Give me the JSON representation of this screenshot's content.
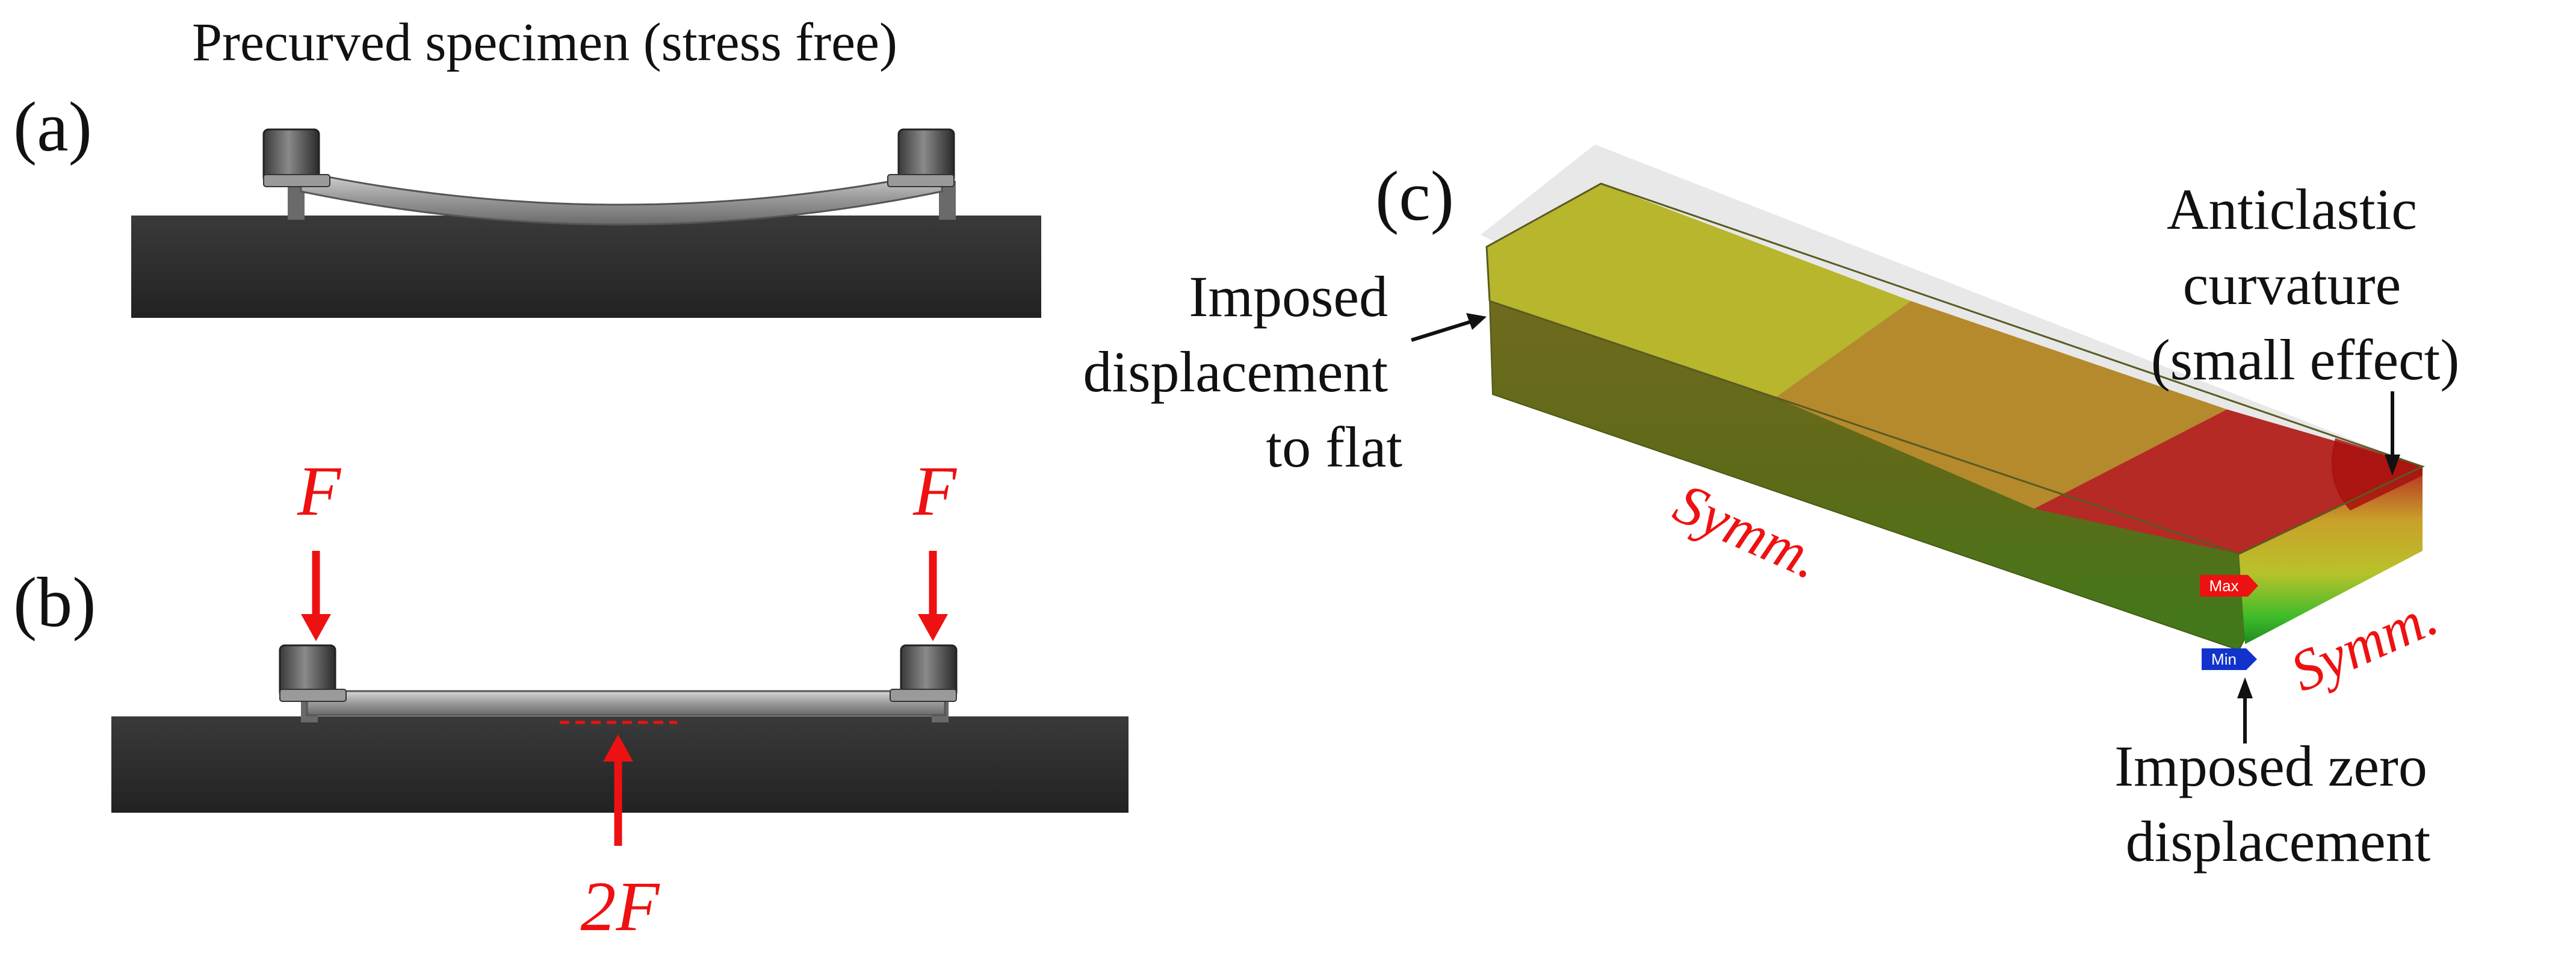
{
  "panel_a": {
    "letter": "(a)",
    "title": "Precurved specimen (stress free)"
  },
  "panel_b": {
    "letter": "(b)",
    "force_left": "F",
    "force_right": "F",
    "force_center": "2F"
  },
  "panel_c": {
    "letter": "(c)",
    "imposed_displacement": [
      "Imposed",
      "displacement",
      "to flat"
    ],
    "anticlastic": [
      "Anticlastic",
      "curvature",
      "(small effect)"
    ],
    "imposed_zero": [
      "Imposed zero",
      "displacement"
    ],
    "symm_long": "Symm.",
    "symm_short": "Symm.",
    "max_tag": "Max",
    "min_tag": "Min"
  },
  "colors": {
    "force_red": "#ee1111",
    "base_black": "#2a2a2a",
    "contour_yellow": "#b7b62c",
    "contour_orange": "#b48a2c",
    "contour_red": "#b52a24",
    "min_blue": "#1133cc"
  }
}
